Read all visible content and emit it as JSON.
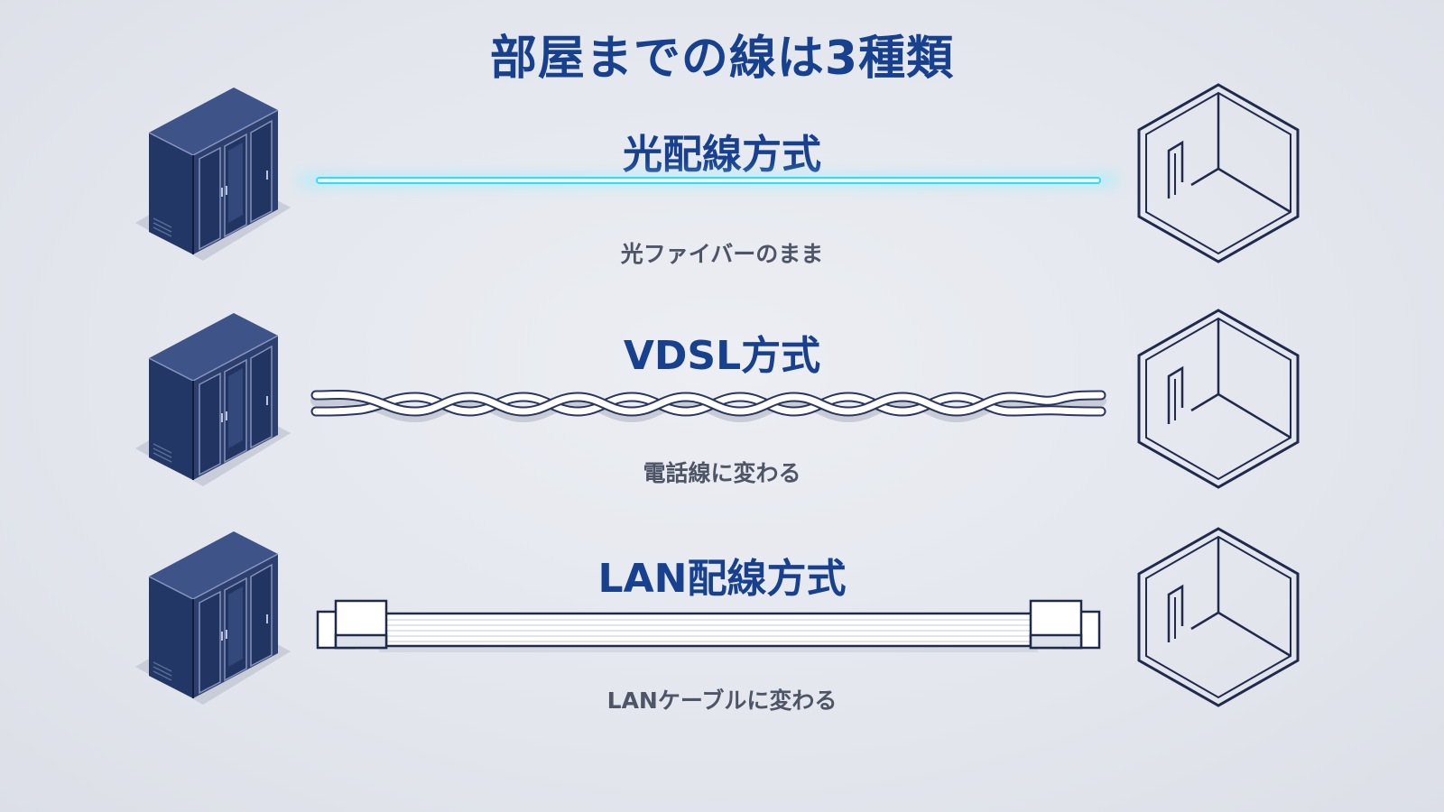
{
  "title": "部屋までの線は3種類",
  "methods": [
    {
      "name": "光配線方式",
      "caption": "光ファイバーのまま",
      "cable": "fiber-optic-cable"
    },
    {
      "name": "VDSL方式",
      "caption": "電話線に変わる",
      "cable": "twisted-pair-telephone-cable"
    },
    {
      "name": "LAN配線方式",
      "caption": "LANケーブルに変わる",
      "cable": "flat-lan-cable"
    }
  ],
  "icons": {
    "source": "server-rack-icon",
    "destination": "room-icon"
  },
  "colors": {
    "title": "#17418f",
    "caption": "#4d5566",
    "fiber_glow": "#35d8ff",
    "rack_body": "#2c3f6e",
    "room_outline": "#1f2a4d"
  }
}
